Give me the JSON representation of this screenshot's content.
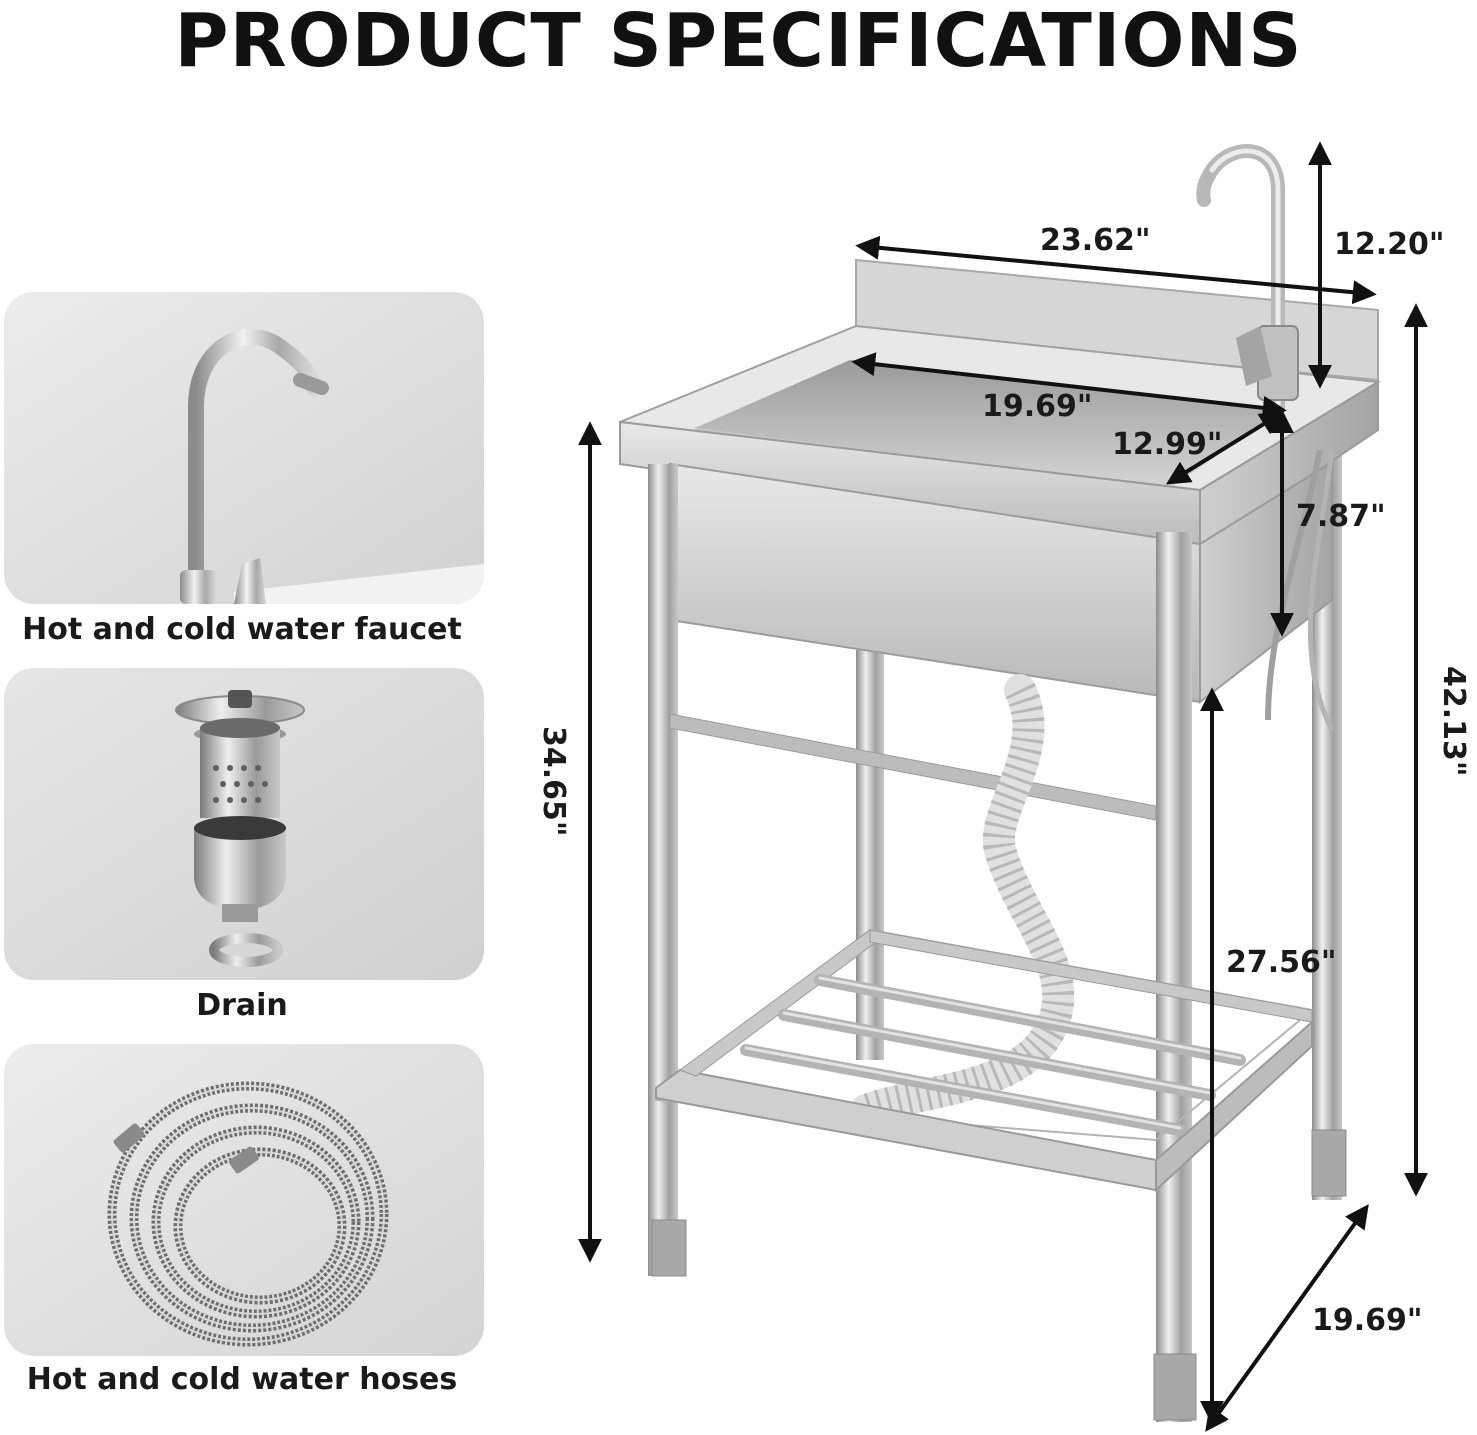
{
  "title": "PRODUCT SPECIFICATIONS",
  "features": [
    {
      "label": "Hot and cold water faucet",
      "icon": "faucet-icon"
    },
    {
      "label": "Drain",
      "icon": "drain-icon"
    },
    {
      "label": "Hot and cold water hoses",
      "icon": "hose-icon"
    }
  ],
  "dimensions": {
    "overall_width": "23.62\"",
    "faucet_height": "12.20\"",
    "basin_width": "19.69\"",
    "basin_depth": "12.99\"",
    "basin_height": "7.87\"",
    "overall_height": "42.13\"",
    "counter_height": "34.65\"",
    "basin_bottom_height": "27.56\"",
    "overall_depth": "19.69\""
  },
  "colors": {
    "card_bg": "#dcdcdc",
    "steel_light": "#e4e4e4",
    "steel_mid": "#b8b8b8",
    "steel_dark": "#8a8a8a",
    "dimension_line": "#111111"
  }
}
